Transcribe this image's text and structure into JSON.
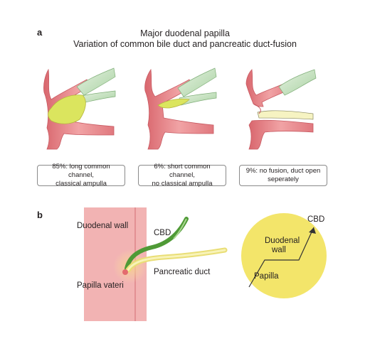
{
  "panel_a": {
    "letter": "a",
    "title_line1": "Major duodenal papilla",
    "title_line2": "Variation of common bile duct and pancreatic duct-fusion",
    "captions": [
      {
        "line1": "85%: long common channel,",
        "line2": "classical ampulla"
      },
      {
        "line1": "6%: short common channel,",
        "line2": "no classical ampulla"
      },
      {
        "line1": "9%: no fusion, duct open",
        "line2": "seperately"
      }
    ]
  },
  "panel_b": {
    "letter": "b",
    "labels": {
      "duodenal_wall": "Duodenal wall",
      "cbd": "CBD",
      "pancreatic_duct": "Pancreatic duct",
      "papilla_vateri": "Papilla vateri"
    },
    "circle": {
      "cbd": "CBD",
      "duodenal_line1": "Duodenal",
      "duodenal_line2": "wall",
      "papilla": "Papilla"
    }
  },
  "colors": {
    "tissue_pink": "#e8858a",
    "tissue_light": "#f3b6b4",
    "bile_green": "#cfe7cf",
    "ampulla_yellow": "#e2ea6a",
    "duct_yellow": "#f4ee9c",
    "circle_yellow": "#f3e56a",
    "wall_pink": "#f2b3b3",
    "cbd_green": "#5aa83e"
  }
}
